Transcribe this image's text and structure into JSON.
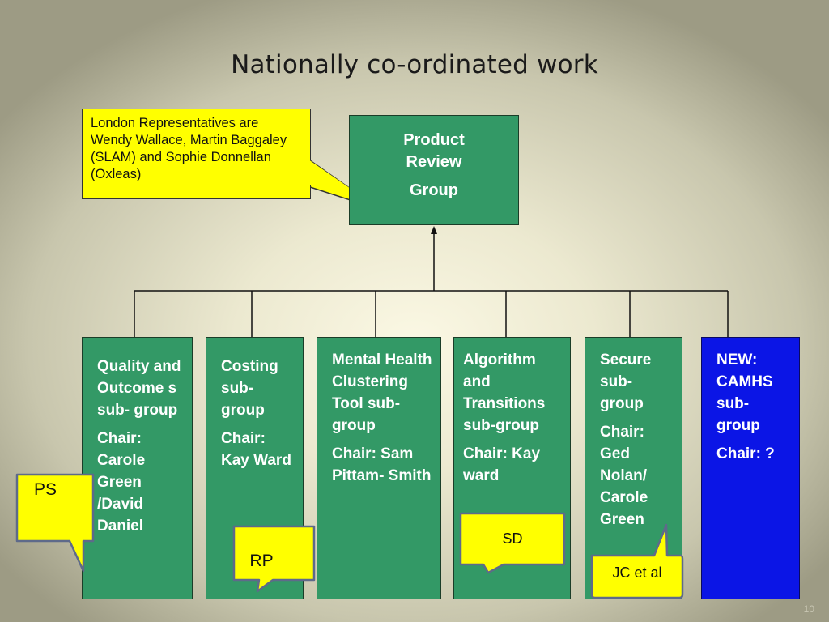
{
  "title": "Nationally co-ordinated work",
  "top_box": {
    "line1": "Product",
    "line2": "Review",
    "line3": "Group"
  },
  "top_callout": {
    "text": "London Representatives are Wendy Wallace, Martin Baggaley (SLAM) and Sophie Donnellan (Oxleas)"
  },
  "subgroups": [
    {
      "name": "Quality and Outcome s sub- group",
      "chair": "Chair: Carole Green /David Daniel"
    },
    {
      "name": "Costing sub- group",
      "chair": "Chair: Kay Ward"
    },
    {
      "name": "Mental Health Clustering Tool sub- group",
      "chair": "Chair: Sam Pittam- Smith"
    },
    {
      "name": "Algorithm and Transitions sub-group",
      "chair": "Chair: Kay ward"
    },
    {
      "name": "Secure sub- group",
      "chair": "Chair: Ged Nolan/ Carole Green"
    },
    {
      "name": "NEW: CAMHS sub- group",
      "chair": "Chair: ?"
    }
  ],
  "bubbles": {
    "ps": "PS",
    "rp": "RP",
    "sd": "SD",
    "jc": "JC et al"
  },
  "colors": {
    "box_green": "#339966",
    "box_blue": "#0b15e6",
    "callout_yellow": "#ffff00"
  },
  "page_number": "10"
}
